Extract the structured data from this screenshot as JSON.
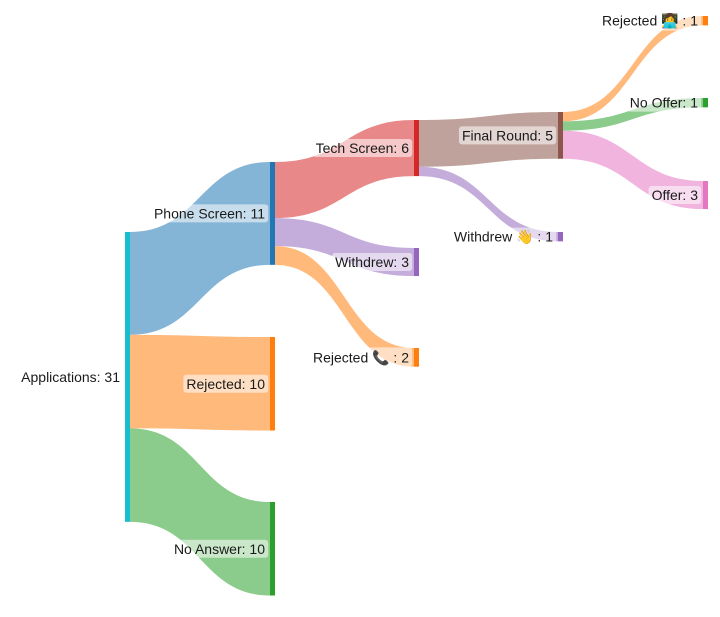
{
  "chart_data": {
    "type": "sankey",
    "nodes": [
      {
        "id": "applications",
        "label": "Applications: 31",
        "value": 31,
        "color": "#17becf"
      },
      {
        "id": "phone_screen",
        "label": "Phone Screen: 11",
        "value": 11,
        "color": "#1f77b4"
      },
      {
        "id": "rejected_initial",
        "label": "Rejected: 10",
        "value": 10,
        "color": "#ff7f0e"
      },
      {
        "id": "no_answer",
        "label": "No Answer: 10",
        "value": 10,
        "color": "#2ca02c"
      },
      {
        "id": "tech_screen",
        "label": "Tech Screen: 6",
        "value": 6,
        "color": "#d62728"
      },
      {
        "id": "withdrew_phone",
        "label": "Withdrew: 3",
        "value": 3,
        "color": "#9467bd"
      },
      {
        "id": "rejected_phone",
        "label": "Rejected 📞 : 2",
        "value": 2,
        "color": "#ff7f0e"
      },
      {
        "id": "final_round",
        "label": "Final Round: 5",
        "value": 5,
        "color": "#8c564b"
      },
      {
        "id": "withdrew_tech",
        "label": "Withdrew 👋 : 1",
        "value": 1,
        "color": "#9467bd"
      },
      {
        "id": "rejected_final",
        "label": "Rejected 👩‍💻 : 1",
        "value": 1,
        "color": "#ff7f0e"
      },
      {
        "id": "no_offer",
        "label": "No Offer: 1",
        "value": 1,
        "color": "#2ca02c"
      },
      {
        "id": "offer",
        "label": "Offer: 3",
        "value": 3,
        "color": "#e377c2"
      }
    ],
    "links": [
      {
        "source": "applications",
        "target": "phone_screen",
        "value": 11
      },
      {
        "source": "applications",
        "target": "rejected_initial",
        "value": 10
      },
      {
        "source": "applications",
        "target": "no_answer",
        "value": 10
      },
      {
        "source": "phone_screen",
        "target": "tech_screen",
        "value": 6
      },
      {
        "source": "phone_screen",
        "target": "withdrew_phone",
        "value": 3
      },
      {
        "source": "phone_screen",
        "target": "rejected_phone",
        "value": 2
      },
      {
        "source": "tech_screen",
        "target": "final_round",
        "value": 5
      },
      {
        "source": "tech_screen",
        "target": "withdrew_tech",
        "value": 1
      },
      {
        "source": "final_round",
        "target": "rejected_final",
        "value": 1
      },
      {
        "source": "final_round",
        "target": "no_offer",
        "value": 1
      },
      {
        "source": "final_round",
        "target": "offer",
        "value": 3
      }
    ]
  }
}
